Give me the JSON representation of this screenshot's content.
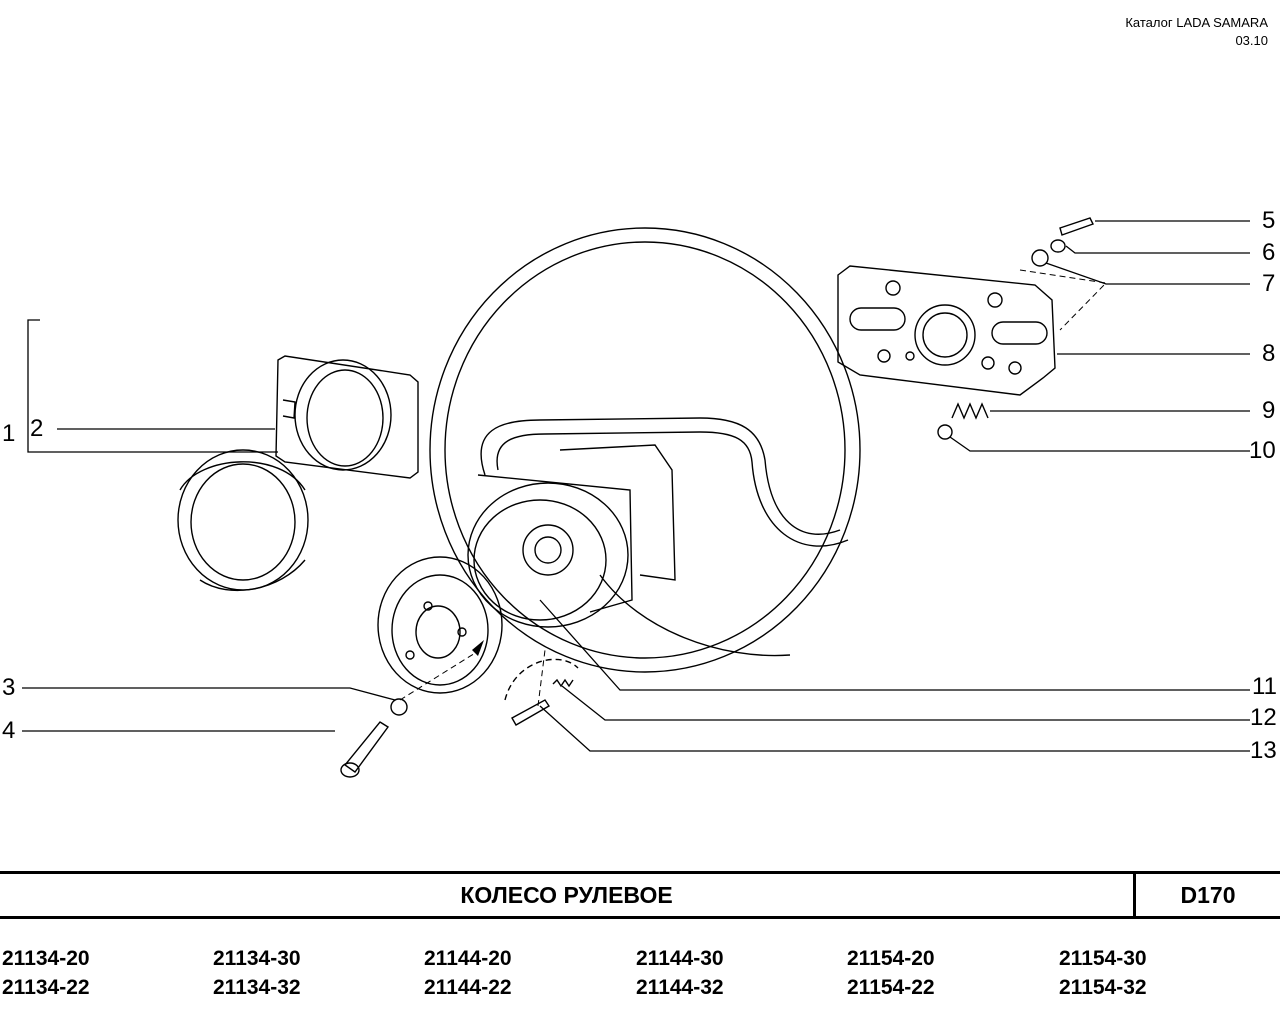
{
  "header": {
    "catalog": "Каталог  LADA SAMARA",
    "date": "03.10"
  },
  "callouts": [
    "1",
    "2",
    "3",
    "4",
    "5",
    "6",
    "7",
    "8",
    "9",
    "10",
    "11",
    "12",
    "13"
  ],
  "title": "КОЛЕСО   РУЛЕВОЕ",
  "code": "D170",
  "models": [
    [
      "21134-20",
      "21134-22"
    ],
    [
      "21134-30",
      "21134-32"
    ],
    [
      "21144-20",
      "21144-22"
    ],
    [
      "21144-30",
      "21144-32"
    ],
    [
      "21154-20",
      "21154-22"
    ],
    [
      "21154-30",
      "21154-32"
    ]
  ]
}
